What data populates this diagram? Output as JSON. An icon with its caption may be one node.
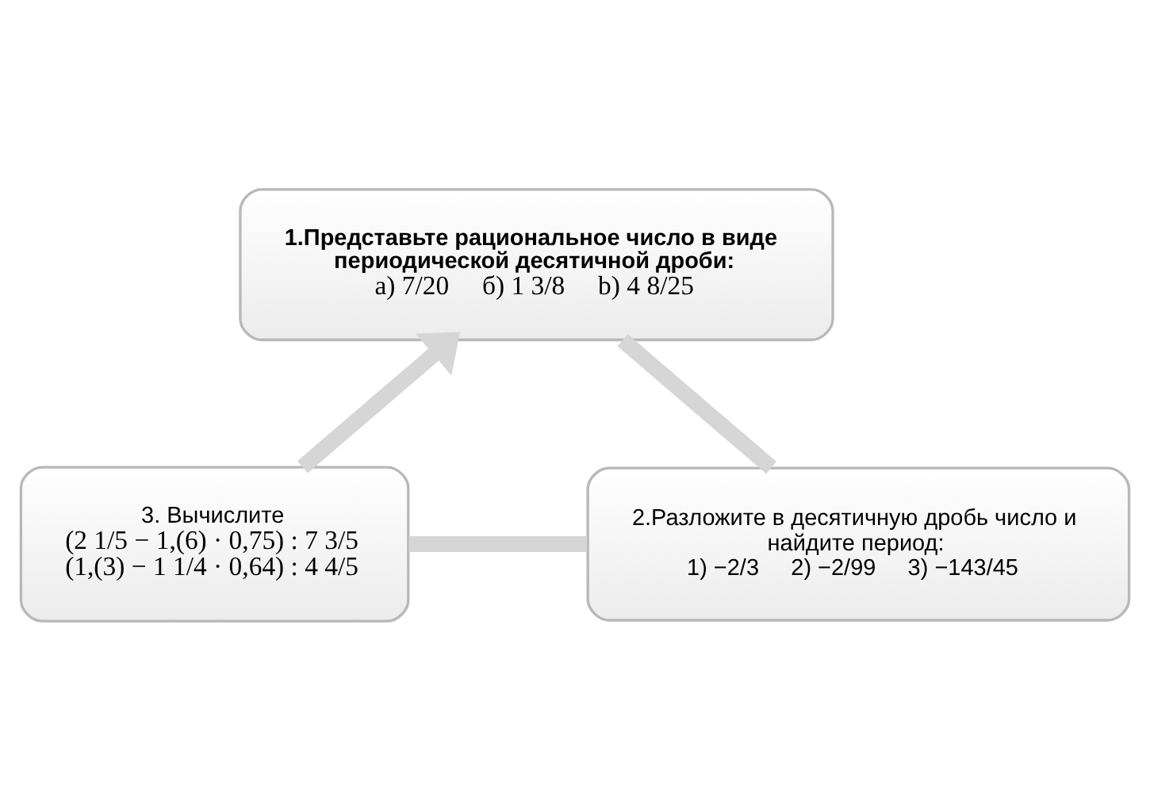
{
  "diagram": {
    "nodes": [
      {
        "text": [
          "1.Представьте рациональное число в виде периодической десятичной дроби:",
          "a) 7/20     б) 1 3/8     b) 4 8/25"
        ]
      },
      {
        "text": [
          "2.Разложите в десятичную дробь число и найдите период:",
          "1) −2/3     2) −2/99     3) −143/45"
        ]
      },
      {
        "text": [
          "3. Вычислите",
          "(2 1/5 − 1,(6) · 0,75) : 7 3/5",
          "(1,(3) − 1 1/4 · 0,64) : 4 4/5"
        ]
      }
    ],
    "edges": [
      {
        "from": 0,
        "to": 1,
        "arrow": "none"
      },
      {
        "from": 1,
        "to": 2,
        "arrow": "none"
      },
      {
        "from": 2,
        "to": 0,
        "arrow": "to"
      }
    ]
  }
}
